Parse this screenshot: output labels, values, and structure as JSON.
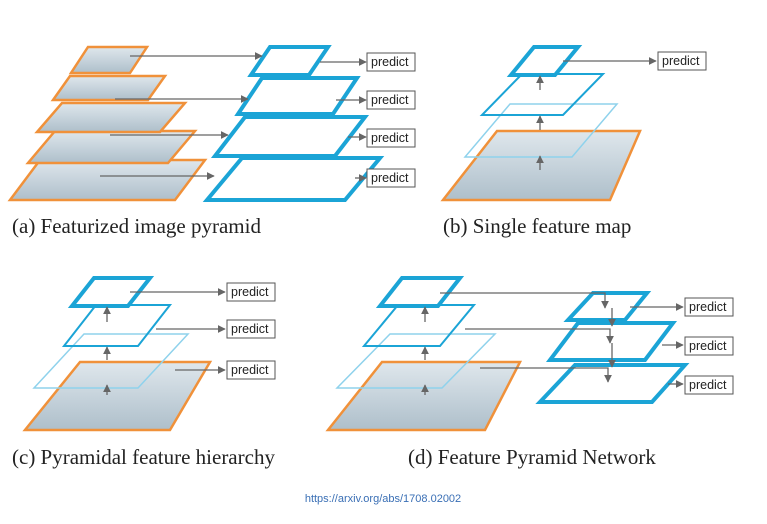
{
  "panels": [
    {
      "id": "a",
      "caption": "(a) Featurized image pyramid"
    },
    {
      "id": "b",
      "caption": "(b) Single feature map"
    },
    {
      "id": "c",
      "caption": "(c) Pyramidal feature hierarchy"
    },
    {
      "id": "d",
      "caption": "(d) Feature Pyramid Network"
    }
  ],
  "predict_label": "predict",
  "source_url": "https://arxiv.org/abs/1708.02002",
  "colors": {
    "image_border": "#f0913a",
    "feature_map": "#1ba4d6",
    "feature_map_light": "#8fd2ec",
    "arrow": "#666666",
    "image_fill": "#c9d6df"
  }
}
